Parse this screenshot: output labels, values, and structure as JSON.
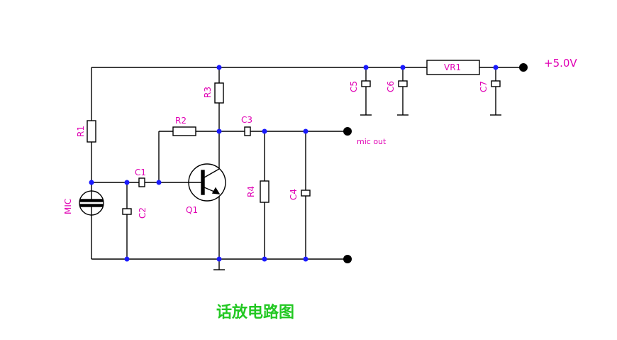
{
  "colors": {
    "wire": "#000000",
    "label": "#e000b4",
    "junction": "#1a1aff",
    "title": "#22c822",
    "background": "#ffffff"
  },
  "labels": {
    "r1": "R1",
    "r2": "R2",
    "r3": "R3",
    "r4": "R4",
    "c1": "C1",
    "c2": "C2",
    "c3": "C3",
    "c4": "C4",
    "c5": "C5",
    "c6": "C6",
    "c7": "C7",
    "q1": "Q1",
    "mic": "MIC",
    "vr1": "VR1",
    "supply": "+5.0V",
    "output": "mic out"
  },
  "title": "话放电路图"
}
